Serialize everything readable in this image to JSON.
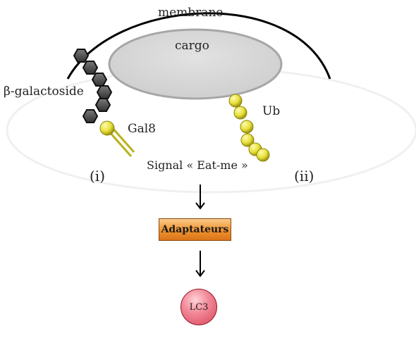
{
  "labels": {
    "membrane": "membrane",
    "cargo": "cargo",
    "beta_galactoside": "β-galactoside",
    "gal8": "Gal8",
    "ub": "Ub",
    "signal": "Signal « Eat-me »",
    "marker_i": "(i)",
    "marker_ii": "(ii)",
    "adaptateurs": "Adaptateurs",
    "lc3": "LC3"
  },
  "colors": {
    "membrane_stroke": "#000000",
    "cargo_fill": "#d9d9d9",
    "cargo_stroke": "#a6a6a6",
    "hexagon_fill": "#555555",
    "ub_bead_fill": "#e8e03a",
    "gal8_fill": "#e8e03a",
    "adaptateurs_fill": "#f0922e",
    "lc3_fill": "#e35c6e",
    "arrow": "#000000"
  },
  "icons": [
    "beta-galactoside-hexagon-chain",
    "gal8-lollipop",
    "ubiquitin-bead-chain",
    "down-arrow"
  ]
}
